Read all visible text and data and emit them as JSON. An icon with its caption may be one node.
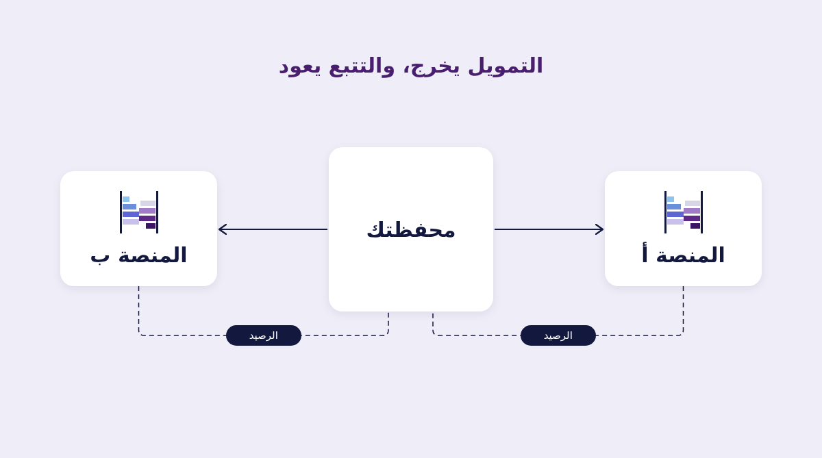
{
  "diagram": {
    "title": "التمويل يخرج، والتتبع يعود",
    "nodes": [
      {
        "text": [
          "محفظتك"
        ]
      },
      {
        "text": [
          "المنصة أ"
        ]
      },
      {
        "text": [
          "المنصة ب"
        ]
      }
    ],
    "edges": [
      {
        "from": 0,
        "to": 1,
        "arrow": "to"
      },
      {
        "from": 0,
        "to": 2,
        "arrow": "to"
      },
      {
        "from": 1,
        "to": 0,
        "arrow": "none",
        "style": "dashed",
        "label": "الرصيد"
      },
      {
        "from": 2,
        "to": 0,
        "arrow": "none",
        "style": "dashed",
        "label": "الرصيد"
      }
    ]
  }
}
